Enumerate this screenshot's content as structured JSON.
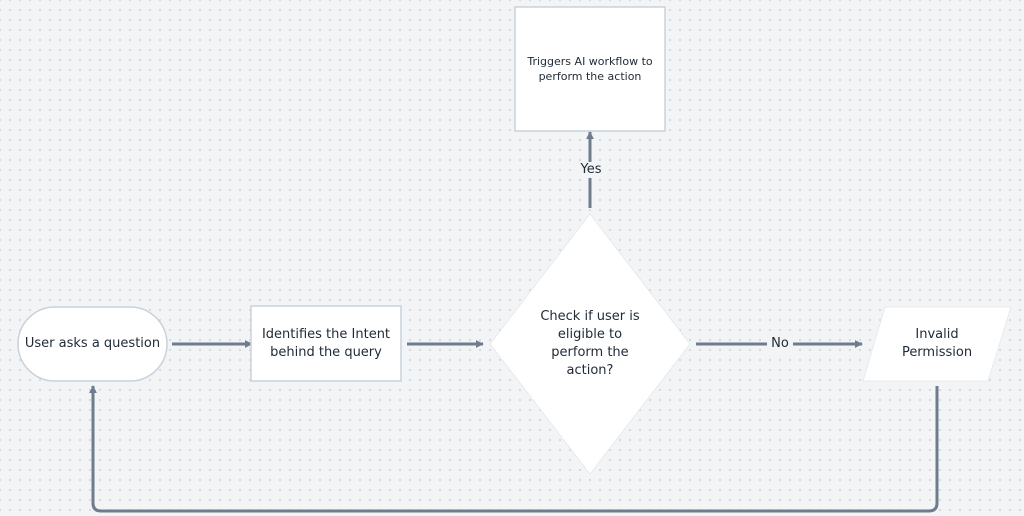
{
  "nodes": {
    "start": {
      "label": "User asks a question",
      "shape": "terminal"
    },
    "intent": {
      "label": "Identifies the Intent\nbehind the query",
      "shape": "process"
    },
    "decision": {
      "label": "Check if user is\neligible to\nperform the\naction?",
      "shape": "decision"
    },
    "workflow": {
      "label": "Triggers AI workflow to\nperform the action",
      "shape": "process"
    },
    "invalid": {
      "label": "Invalid\nPermission",
      "shape": "data"
    }
  },
  "edges": {
    "yes_label": "Yes",
    "no_label": "No"
  },
  "colors": {
    "background": "#f2f4f6",
    "dot": "#d3d8de",
    "node_fill": "#ffffff",
    "node_border": "#c9d2dc",
    "connector": "#6e7c8d",
    "text": "#1f2a36"
  }
}
